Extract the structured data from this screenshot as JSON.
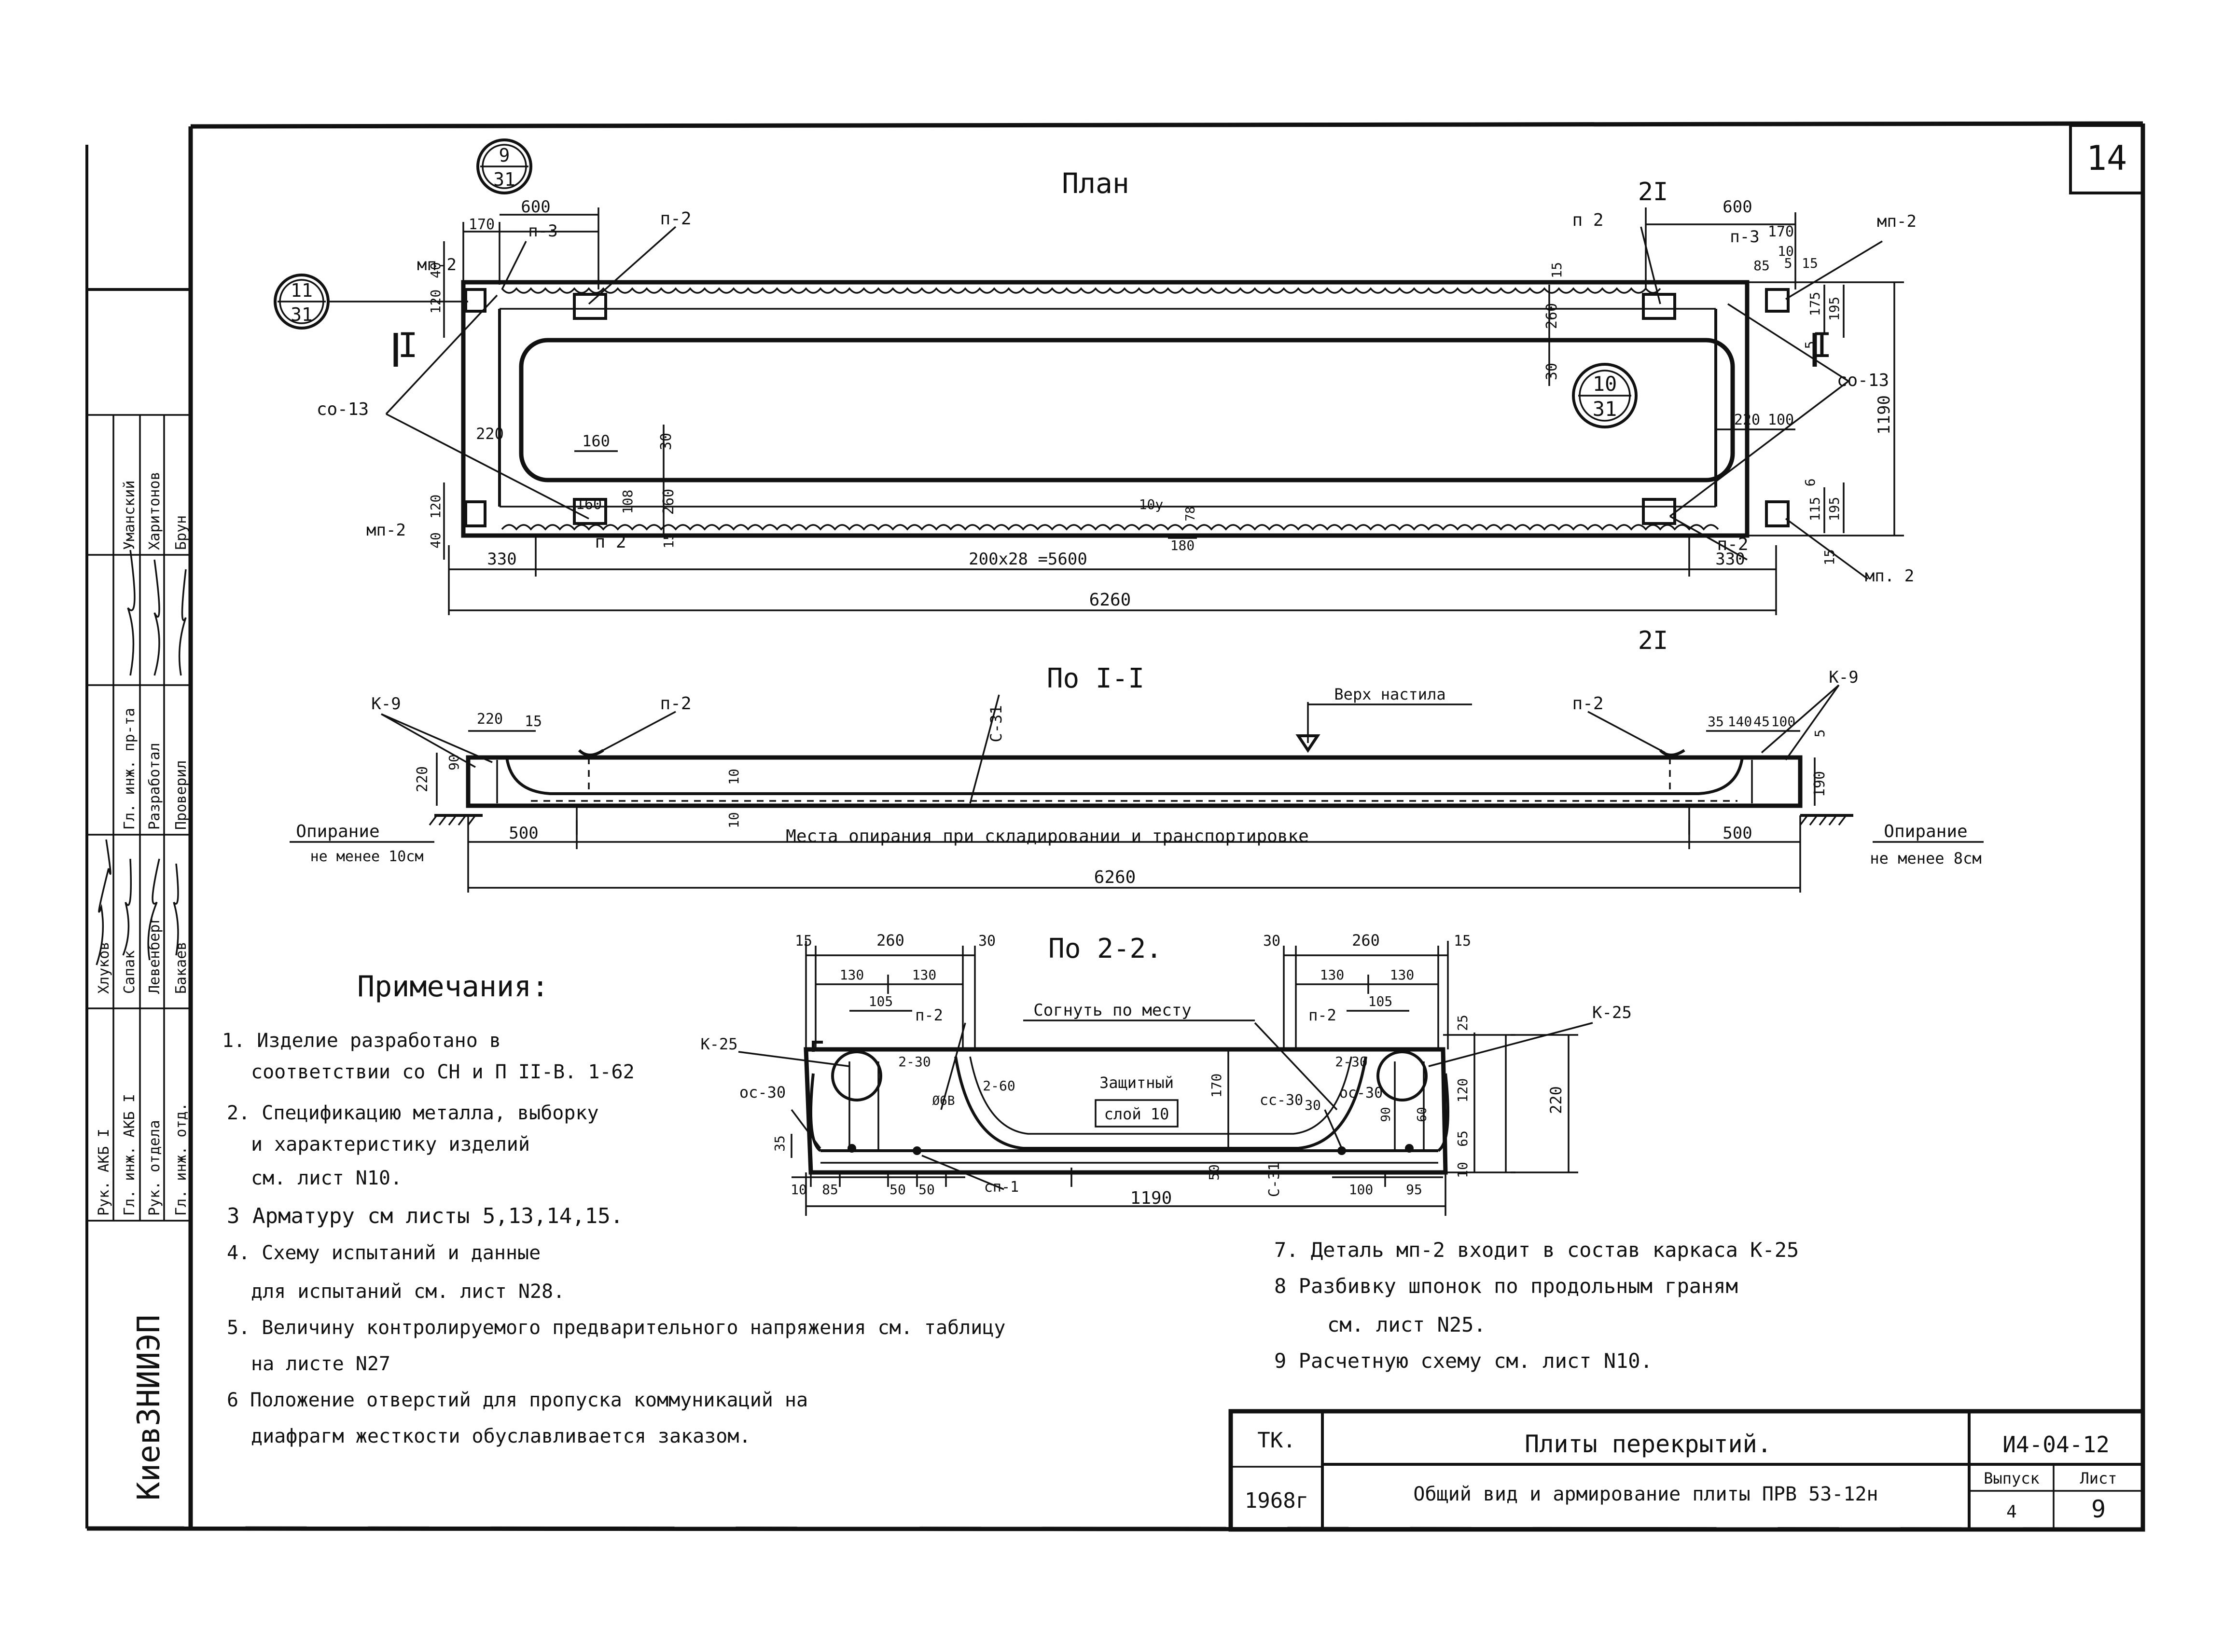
{
  "sheet_number": "14",
  "title_block": {
    "tk": "ТК.",
    "year": "1968г",
    "series_name": "Плиты перекрытий.",
    "subtitle": "Общий вид и армирование плиты ПРВ 53-12н",
    "code": "И4-04-12",
    "issue_label": "Выпуск",
    "issue_value": "4",
    "sheet_label": "Лист",
    "sheet_value": "9"
  },
  "side_block": {
    "org": "КиевЗНИИЭП",
    "rows": [
      {
        "role": "Рук. АКБ I",
        "name": ""
      },
      {
        "role": "Гл. инж. АКБ I",
        "name": ""
      },
      {
        "role": "Рук. отдела",
        "name": ""
      },
      {
        "role": "Гл. инж. отд.",
        "name": ""
      }
    ],
    "names_left": [
      "Хлуков",
      "Сапак",
      "Левенберг",
      "Бакаев"
    ],
    "roles_right": [
      "Гл. инж. пр-та",
      "Разработал",
      "Проверил"
    ],
    "names_right": [
      "Уманский",
      "Харитонов",
      "Брун"
    ]
  },
  "plan": {
    "title": "План",
    "marker_9_31": {
      "top": "9",
      "bottom": "31"
    },
    "marker_11_31": {
      "top": "11",
      "bottom": "31"
    },
    "marker_10_31": {
      "top": "10",
      "bottom": "31"
    },
    "labels": {
      "p3_left": "п-3",
      "p3_right": "п-3",
      "p2_tl": "п-2",
      "p2_tr": "п 2",
      "p2_bl": "п 2",
      "p2_br": "п-2",
      "mp2_tl": "мп-2",
      "mp2_tr": "мп-2",
      "mp2_bl": "мп-2",
      "mp2_br": "мп. 2",
      "co13_left": "со-13",
      "co13_right": "со-13",
      "cut1_left": "I",
      "cut1_right": "I",
      "cut2_top": "2I",
      "cut2_bottom": "2I"
    },
    "dims": {
      "d600_l": "600",
      "d170_l": "170",
      "d600_r": "600",
      "d170_r": "170",
      "d120": "120",
      "d40_t": "40",
      "d40_b": "40",
      "d120_b": "120",
      "d220_l": "220",
      "d160": "160",
      "d30_l": "30",
      "d160b": "160",
      "d108": "108",
      "d260_l": "260",
      "d15_l": "15",
      "d15_top": "15",
      "d260_r": "260",
      "d30_r": "30",
      "d220_r": "220",
      "d100": "100",
      "d85": "85",
      "d10": "10",
      "d5": "5",
      "d15_rt": "15",
      "d175": "175",
      "d195_t": "195",
      "d5b": "5",
      "d6": "6",
      "d115": "115",
      "d195_b": "195",
      "d1190": "1190",
      "d10y": "10у",
      "d78": "78",
      "d180": "180",
      "d330_l": "330",
      "d_rib": "200х28 =5600",
      "d330_r": "330",
      "d15_br": "15",
      "d6260": "6260"
    }
  },
  "section_1": {
    "title": "По I-I",
    "labels": {
      "k9_l": "К-9",
      "k9_r": "К-9",
      "p2_l": "п-2",
      "p2_r": "п-2",
      "c31": "С-31",
      "top_floor": "Верх настила"
    },
    "dims": {
      "d220": "220",
      "d15": "15",
      "d90": "90",
      "d220_h": "220",
      "d10": "10",
      "d10b": "10",
      "d35": "35",
      "d140": "140",
      "d45": "45",
      "d100": "100",
      "d5": "5",
      "d190": "190",
      "d500_l": "500",
      "d500_r": "500",
      "d6260": "6260"
    },
    "support_left": [
      "Опирание",
      "не менее 10см"
    ],
    "support_right": [
      "Опирание",
      "не менее 8см"
    ],
    "support_note": "Места опирания при складировании и транспортировке"
  },
  "section_2": {
    "title": "По 2-2.",
    "labels": {
      "bend": "Согнуть по месту",
      "protect": "Защитный",
      "layer": "слой 10",
      "k25_l": "К-25",
      "k25_r": "К-25",
      "oc30_l": "ос-30",
      "oc30_r": "ос-30",
      "cc30": "сс-30",
      "p2_l": "п-2",
      "p2_r": "п-2",
      "r30_l": "2-30",
      "r30_r": "2-30",
      "r60": "2-60",
      "d6": "Ø6В",
      "sp1": "сп-1",
      "c31": "С-31"
    },
    "dims": {
      "d15_l": "15",
      "d260_l": "260",
      "d30_l": "30",
      "d30_r": "30",
      "d260_r": "260",
      "d15_r": "15",
      "d130_a": "130",
      "d130_b": "130",
      "d130_c": "130",
      "d130_d": "130",
      "d105_l": "105",
      "d105_r": "105",
      "d170": "170",
      "d25": "25",
      "d120": "120",
      "d220": "220",
      "d65": "65",
      "d10_r": "10",
      "d35": "35",
      "d10_l": "10",
      "d85": "85",
      "d50_a": "50",
      "d50_b": "50",
      "d50_c": "50",
      "d100": "100",
      "d95": "95",
      "d30": "30",
      "d90": "90",
      "d60": "60",
      "d1190": "1190"
    }
  },
  "notes": {
    "title": "Примечания:",
    "items": [
      "1. Изделие разработано в",
      "соответствии со СН и П II-В. 1-62",
      "2. Спецификацию металла, выборку",
      "и характеристику изделий",
      "см. лист N10.",
      "3 Арматуру см листы 5,13,14,15.",
      "4. Схему испытаний и данные",
      "для испытаний см. лист N28.",
      "5. Величину контролируемого предварительного напряжения см. таблицу",
      "на листе N27",
      "6 Положение отверстий для пропуска коммуникаций на",
      "диафрагм жесткости обуславливается заказом."
    ],
    "items_right": [
      "7. Деталь мп-2 входит в состав каркаса К-25",
      "8 Разбивку шпонок по продольным граням",
      "см. лист N25.",
      "9 Расчетную схему см. лист N10."
    ]
  }
}
